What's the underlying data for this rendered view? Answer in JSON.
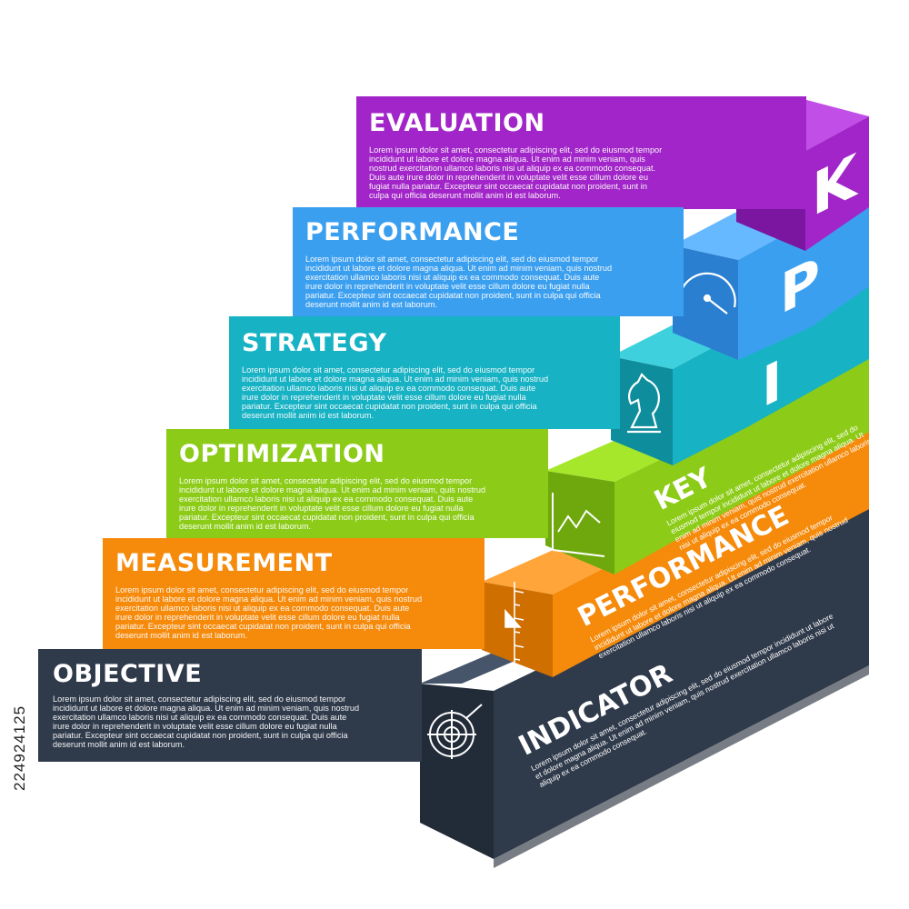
{
  "bands": [
    {
      "id": "evaluation",
      "title": "EVALUATION",
      "color": "#a125c8",
      "body": "Lorem ipsum dolor sit amet, consectetur adipiscing elit, sed do eiusmod tempor incididunt ut labore et dolore magna aliqua. Ut enim ad minim veniam, quis nostrud exercitation ullamco laboris nisi ut aliquip ex ea commodo consequat. Duis aute irure dolor in reprehenderit in voluptate velit esse cillum dolore eu fugiat nulla pariatur. Excepteur sint occaecat cupidatat non proident, sunt in culpa qui officia deserunt mollit anim id est laborum."
    },
    {
      "id": "performance",
      "title": "PERFORMANCE",
      "color": "#3b9ff0",
      "body": "Lorem ipsum dolor sit amet, consectetur adipiscing elit, sed do eiusmod tempor incididunt ut labore et dolore magna aliqua. Ut enim ad minim veniam, quis nostrud exercitation ullamco laboris nisi ut aliquip ex ea commodo consequat. Duis aute irure dolor in reprehenderit in voluptate velit esse cillum dolore eu fugiat nulla pariatur. Excepteur sint occaecat cupidatat non proident, sunt in culpa qui officia deserunt mollit anim id est laborum."
    },
    {
      "id": "strategy",
      "title": "STRATEGY",
      "color": "#17b2c4",
      "body": "Lorem ipsum dolor sit amet, consectetur adipiscing elit, sed do eiusmod tempor incididunt ut labore et dolore magna aliqua. Ut enim ad minim veniam, quis nostrud exercitation ullamco laboris nisi ut aliquip ex ea commodo consequat. Duis aute irure dolor in reprehenderit in voluptate velit esse cillum dolore eu fugiat nulla pariatur. Excepteur sint occaecat cupidatat non proident, sunt in culpa qui officia deserunt mollit anim id est laborum."
    },
    {
      "id": "optimization",
      "title": "OPTIMIZATION",
      "color": "#8ccc18",
      "body": "Lorem ipsum dolor sit amet, consectetur adipiscing elit, sed do eiusmod tempor incididunt ut labore et dolore magna aliqua. Ut enim ad minim veniam, quis nostrud exercitation ullamco laboris nisi ut aliquip ex ea commodo consequat. Duis aute irure dolor in reprehenderit in voluptate velit esse cillum dolore eu fugiat nulla pariatur. Excepteur sint occaecat cupidatat non proident, sunt in culpa qui officia deserunt mollit anim id est laborum."
    },
    {
      "id": "measurement",
      "title": "MEASUREMENT",
      "color": "#f58a0b",
      "body": "Lorem ipsum dolor sit amet, consectetur adipiscing elit, sed do eiusmod tempor incididunt ut labore et dolore magna aliqua. Ut enim ad minim veniam, quis nostrud exercitation ullamco laboris nisi ut aliquip ex ea commodo consequat. Duis aute irure dolor in reprehenderit in voluptate velit esse cillum dolore eu fugiat nulla pariatur. Excepteur sint occaecat cupidatat non proident, sunt in culpa qui officia deserunt mollit anim id est laborum."
    },
    {
      "id": "objective",
      "title": "OBJECTIVE",
      "color": "#2f3a4b",
      "body": "Lorem ipsum dolor sit amet, consectetur adipiscing elit, sed do eiusmod tempor incididunt ut labore et dolore magna aliqua. Ut enim ad minim veniam, quis nostrud exercitation ullamco laboris nisi ut aliquip ex ea commodo consequat. Duis aute irure dolor in reprehenderit in voluptate velit esse cillum dolore eu fugiat nulla pariatur. Excepteur sint occaecat cupidatat non proident, sunt in culpa qui officia deserunt mollit anim id est laborum."
    }
  ],
  "acronym": {
    "letters": [
      "K",
      "P",
      "I"
    ],
    "words": [
      {
        "word": "KEY",
        "color": "#8ccc18",
        "body": "Lorem ipsum dolor sit amet, consectetur adipiscing elit, sed do eiusmod tempor incididunt ut labore et dolore magna aliqua. Ut enim ad minim veniam, quis nostrud exercitation ullamco laboris nisi ut aliquip ex ea commodo consequat."
      },
      {
        "word": "PERFORMANCE",
        "color": "#f58a0b",
        "body": "Lorem ipsum dolor sit amet, consectetur adipiscing elit, sed do eiusmod tempor incididunt ut labore et dolore magna aliqua. Ut enim ad minim veniam, quis nostrud exercitation ullamco laboris nisi ut aliquip ex ea commodo consequat."
      },
      {
        "word": "INDICATOR",
        "color": "#2f3a4b",
        "body": "Lorem ipsum dolor sit amet, consectetur adipiscing elit, sed do eiusmod tempor incididunt ut labore et dolore magna aliqua. Ut enim ad minim veniam, quis nostrud exercitation ullamco laboris nisi ut aliquip ex ea commodo consequat."
      }
    ]
  },
  "icons": [
    "checklist-icon",
    "speedometer-icon",
    "chess-knight-icon",
    "line-chart-icon",
    "ruler-icon",
    "target-icon"
  ],
  "stock_id": "224924125",
  "palette": {
    "purple": "#a125c8",
    "blue": "#3b9ff0",
    "teal": "#17b2c4",
    "green": "#8ccc18",
    "orange": "#f58a0b",
    "navy": "#2f3a4b"
  }
}
